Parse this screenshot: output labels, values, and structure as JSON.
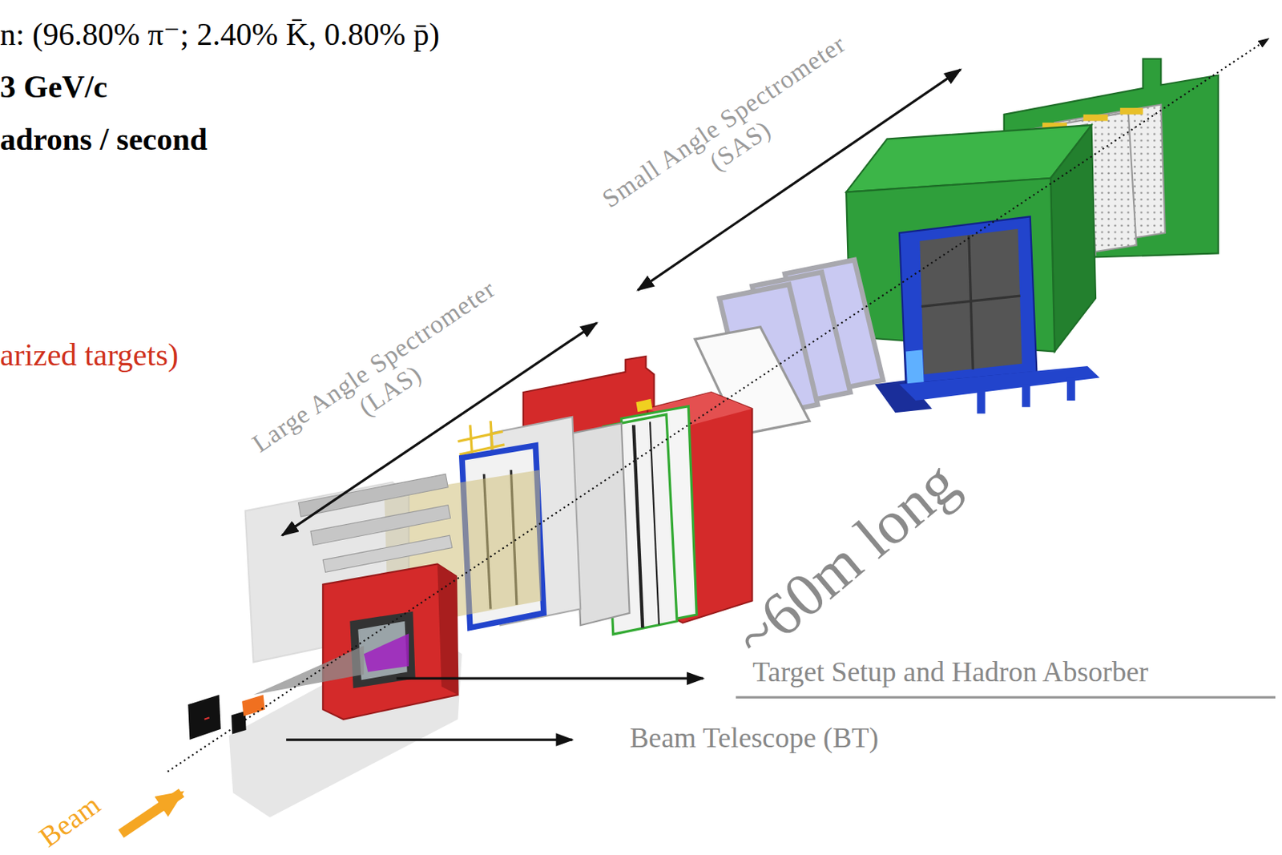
{
  "diagram": {
    "labels": [
      "n: (96.80% π⁻; 2.40% K̄, 0.80% p̄)",
      "3 GeV/c",
      "adrons / second",
      "arized targets)",
      "Small Angle Spectrometer (SAS)",
      "Large Angle Spectrometer (LAS)",
      "~60m long",
      "Target Setup and Hadron Absorber",
      "Beam Telescope (BT)",
      "Beam"
    ]
  }
}
